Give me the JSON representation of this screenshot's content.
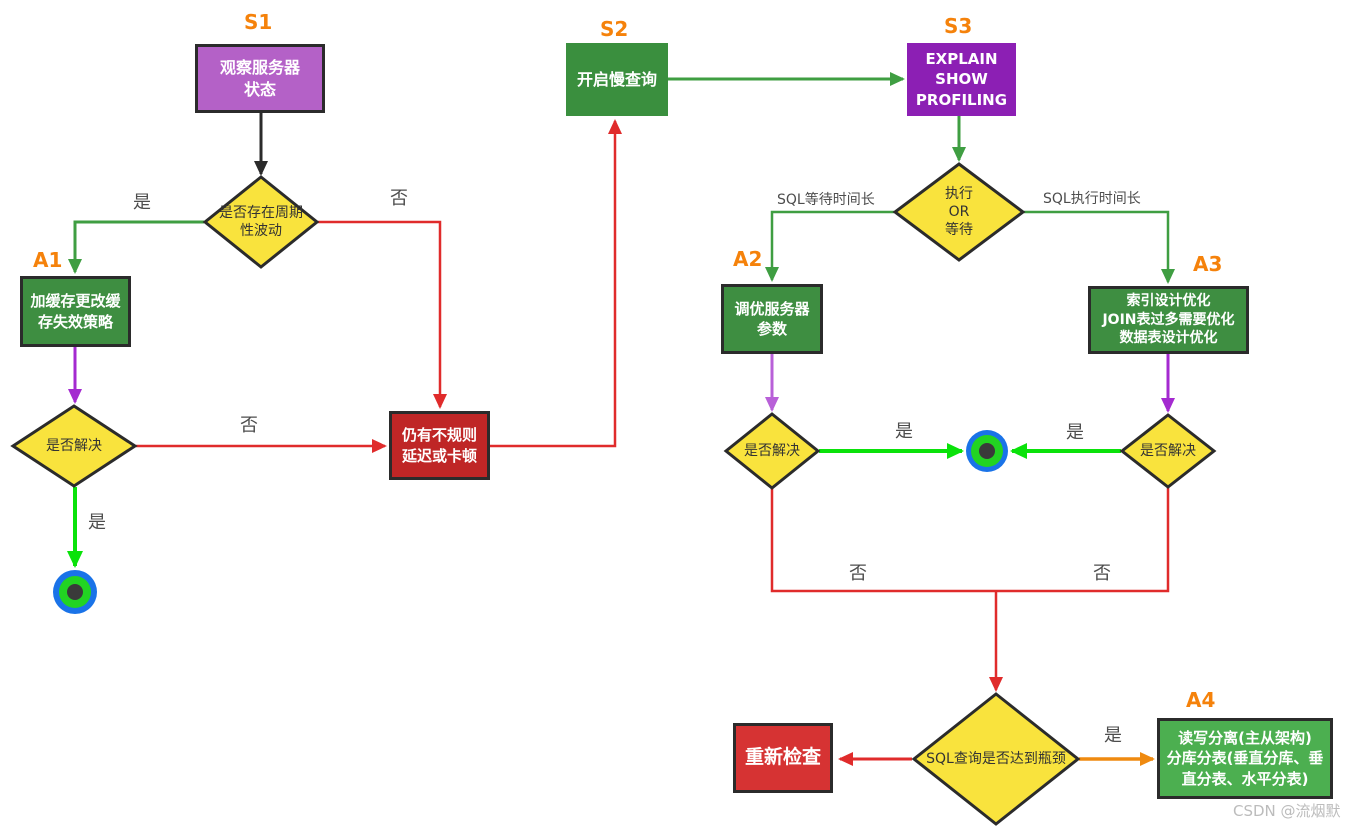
{
  "tags": {
    "s1": "S1",
    "s2": "S2",
    "s3": "S3",
    "a1": "A1",
    "a2": "A2",
    "a3": "A3",
    "a4": "A4"
  },
  "nodes": {
    "s1": "观察服务器\n状态",
    "s2": "开启慢查询",
    "s3": "EXPLAIN\nSHOW\nPROFILING",
    "a1": "加缓存更改缓\n存失效策略",
    "a2": "调优服务器\n参数",
    "a3": "索引设计优化\nJOIN表过多需要优化\n数据表设计优化",
    "a4": "读写分离(主从架构)\n分库分表(垂直分库、垂\n直分表、水平分表)",
    "still_lag": "仍有不规则\n延迟或卡顿",
    "recheck": "重新检查"
  },
  "decisions": {
    "d1": "是否存在周期\n性波动",
    "d2": "是否解决",
    "d3": "执行\nOR\n等待",
    "d4": "是否解决",
    "d5": "是否解决",
    "d6": "SQL查询是否达到瓶颈"
  },
  "edge_labels": {
    "yes": "是",
    "no": "否",
    "wait_long": "SQL等待时间长",
    "exec_long": "SQL执行时间长"
  },
  "colors": {
    "tag_orange": "#f5820b",
    "box_purple": "#b461c7",
    "box_purple_dark": "#8c1fb4",
    "box_green_dark": "#3e8e41",
    "box_green": "#3a8f3e",
    "box_green_light": "#4caf50",
    "box_red_dark": "#bf2626",
    "box_red": "#d63333",
    "diamond_yellow": "#f9e33d",
    "edge_green": "#3f9e42",
    "edge_red": "#e02b2b",
    "edge_purple": "#a42ad0",
    "edge_purple_light": "#b860d8",
    "edge_bright_green": "#0ae20a",
    "edge_orange": "#ef8a10",
    "end_node_blue": "#1a73e8"
  },
  "watermark": "CSDN @流烟默"
}
